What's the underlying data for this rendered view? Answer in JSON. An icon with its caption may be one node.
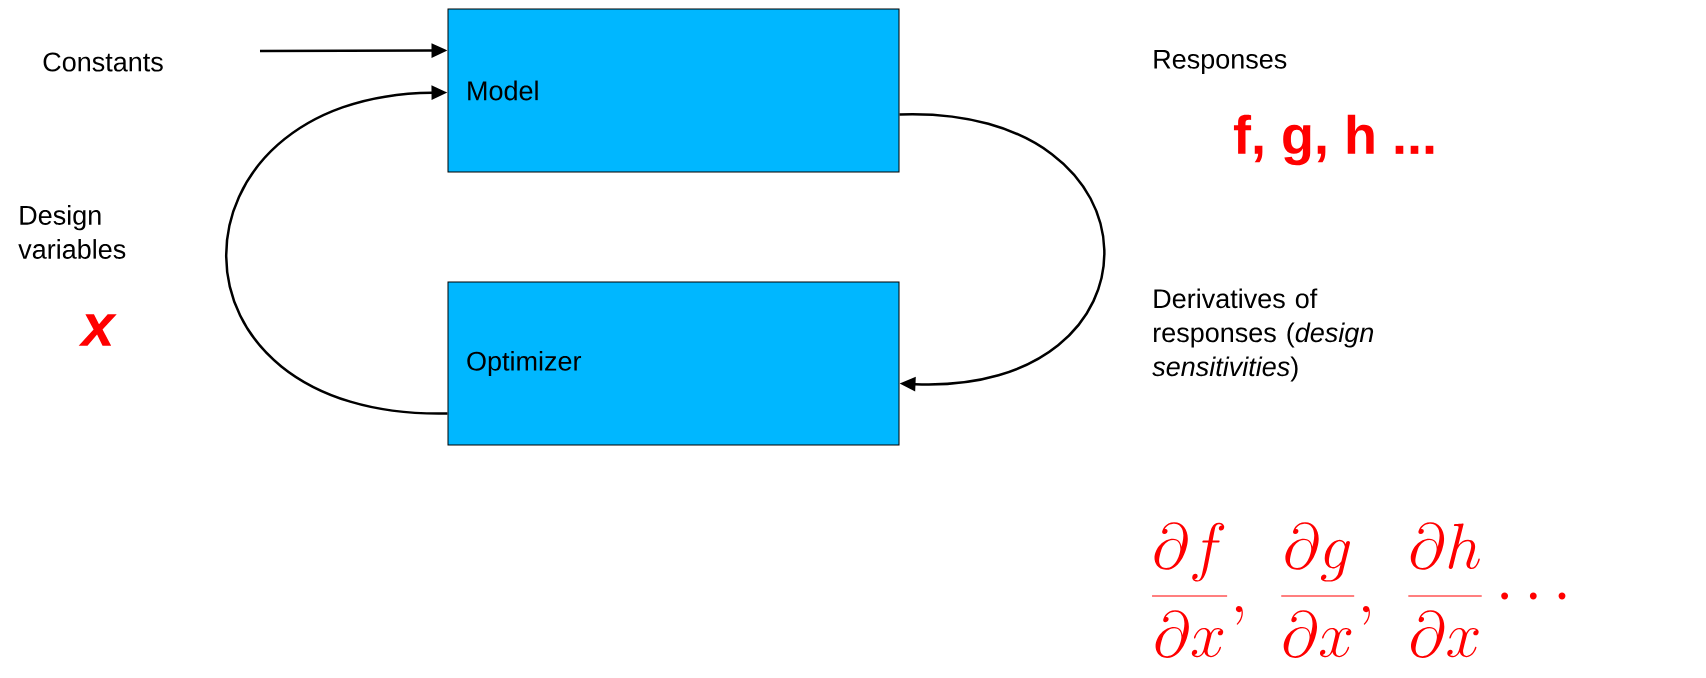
{
  "diagram": {
    "nodes": [
      {
        "text": [
          "Constants"
        ]
      },
      {
        "text": [
          "Model"
        ]
      },
      {
        "text": [
          "Optimizer"
        ]
      }
    ],
    "edges": [
      {
        "from": 0,
        "to": 1,
        "arrow": "to"
      },
      {
        "from": 2,
        "to": 1,
        "arrow": "to"
      },
      {
        "from": 1,
        "to": 2,
        "arrow": "to"
      }
    ],
    "labels": [
      "Design variables",
      "x",
      "Responses",
      "f, g, h ...",
      "Derivatives of responses (*design sensitivities*)",
      "\\frac{\\partial f}{\\partial x},\\ \\frac{\\partial g}{\\partial x},\\ \\frac{\\partial h}{\\partial x}\\cdots"
    ]
  }
}
